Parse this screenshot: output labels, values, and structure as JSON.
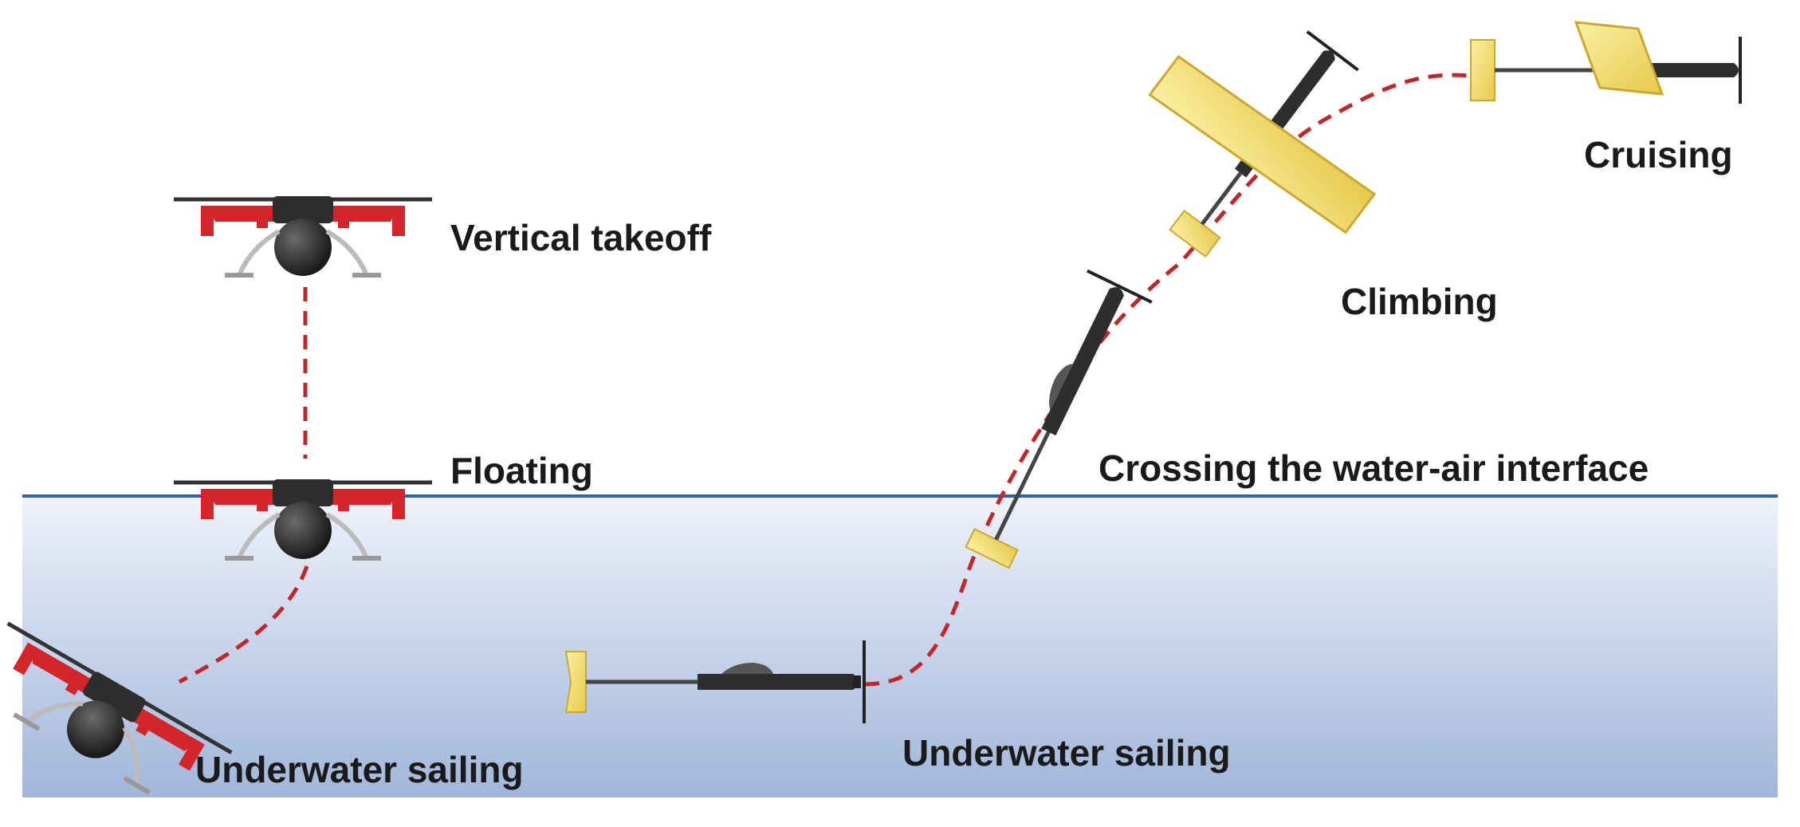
{
  "labels": {
    "vertical_takeoff": "Vertical takeoff",
    "floating": "Floating",
    "underwater_sailing_quad": "Underwater sailing",
    "underwater_sailing_plane": "Underwater sailing",
    "crossing": "Crossing the water-air interface",
    "climbing": "Climbing",
    "cruising": "Cruising"
  },
  "colors": {
    "water_line": "#2f5fb0",
    "water_top": "#ecf1fa",
    "water_bottom": "#9fb4d9",
    "path": "#c0262a",
    "wing_yellow": "#f3e27a",
    "drone_red": "#d3262a",
    "body_dark": "#2e2e2e"
  }
}
